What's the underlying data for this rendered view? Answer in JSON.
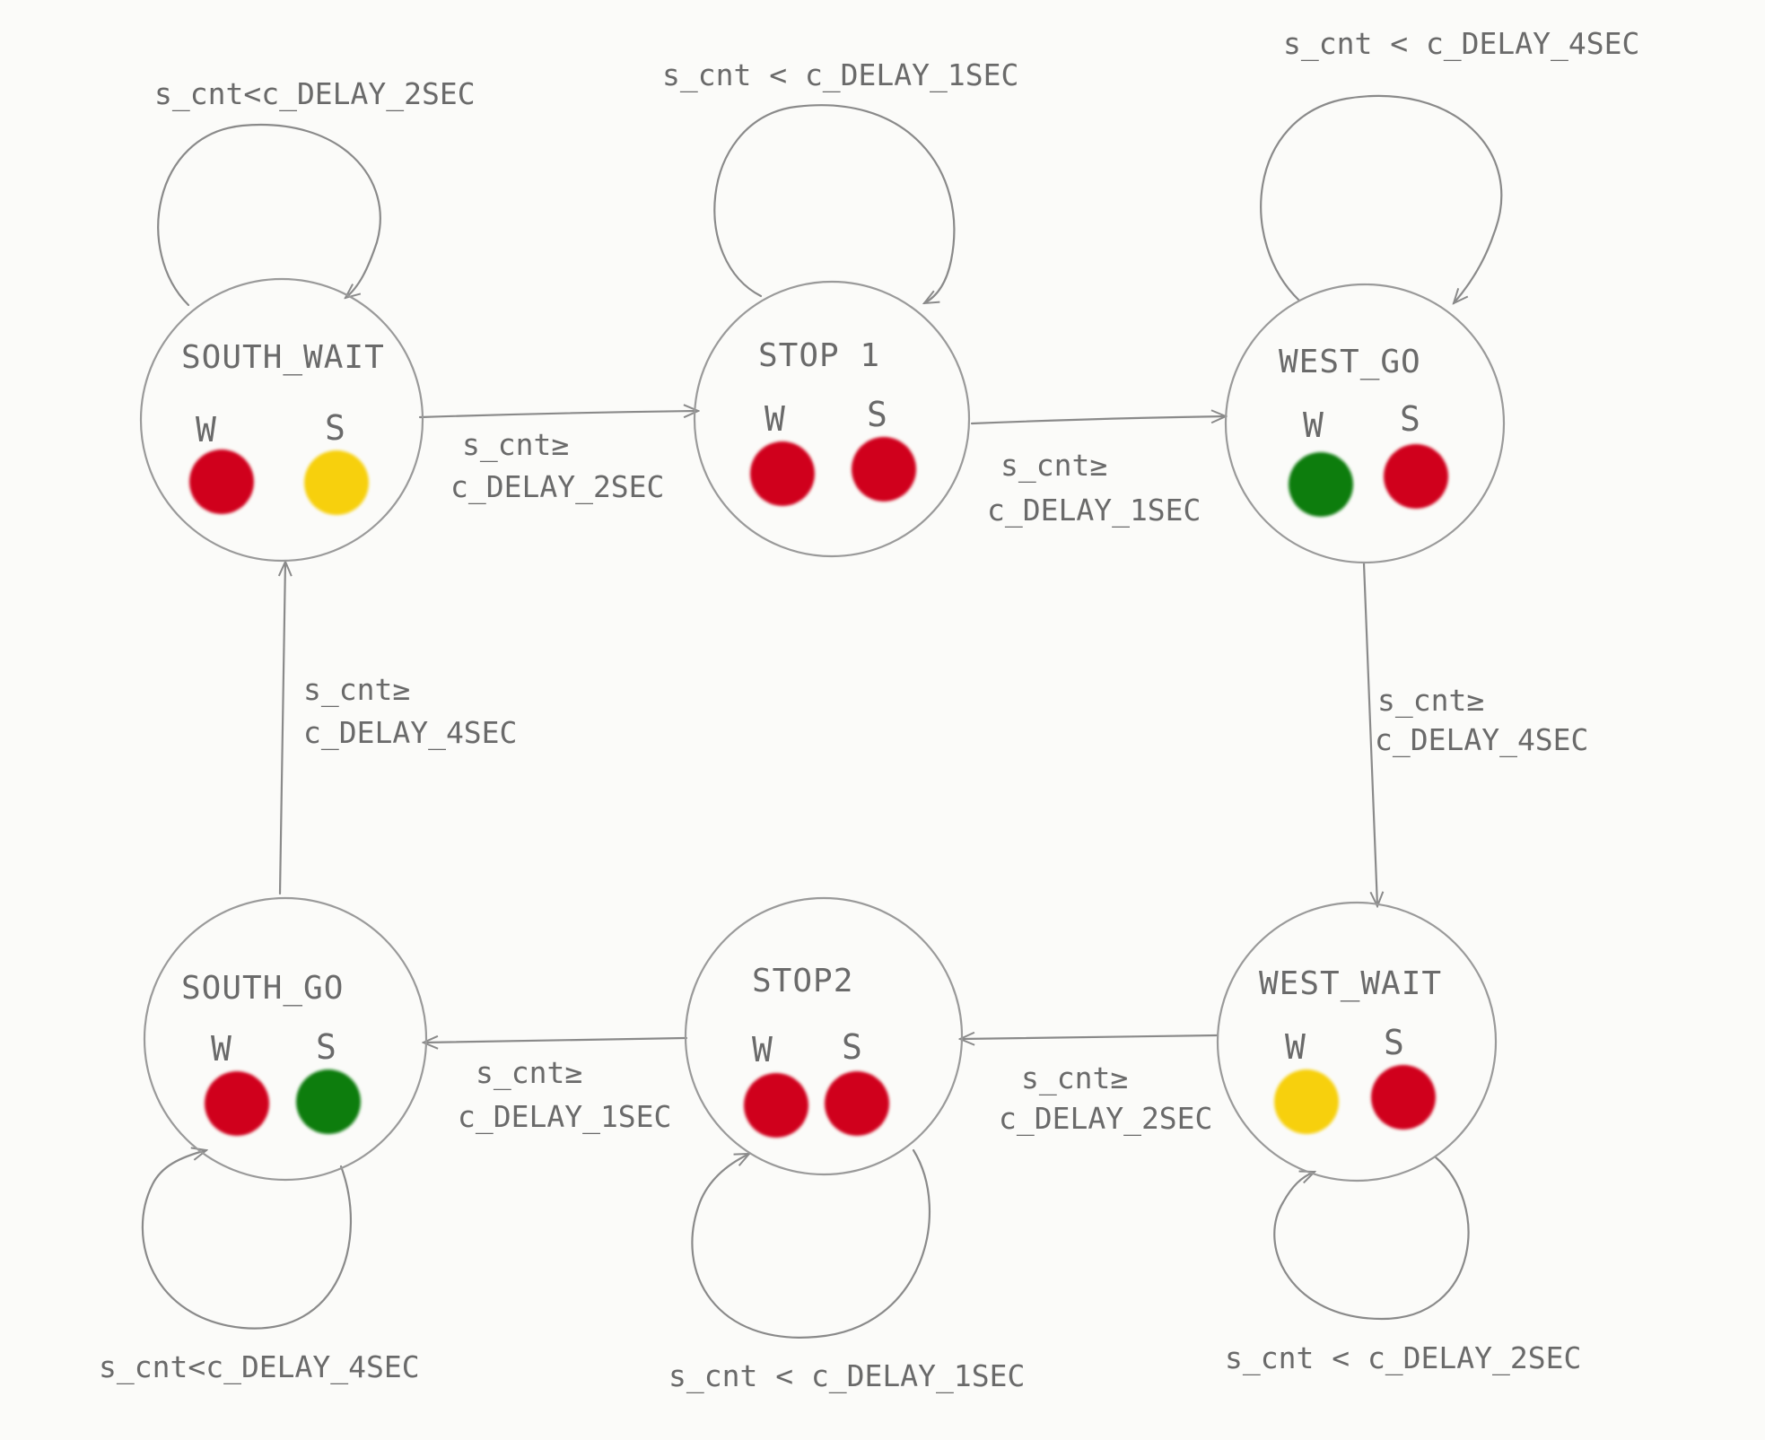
{
  "colors": {
    "red": "#d0021b",
    "yellow": "#f7d00a",
    "green": "#0b7d10",
    "pencil": "#8a8a8a"
  },
  "lamp_labels": {
    "west": "W",
    "south": "S"
  },
  "states": {
    "south_wait": {
      "name": "SOUTH_WAIT",
      "west_light": "red",
      "south_light": "yellow"
    },
    "stop1": {
      "name": "STOP 1",
      "west_light": "red",
      "south_light": "red"
    },
    "west_go": {
      "name": "WEST_GO",
      "west_light": "green",
      "south_light": "red"
    },
    "west_wait": {
      "name": "WEST_WAIT",
      "west_light": "yellow",
      "south_light": "red"
    },
    "stop2": {
      "name": "STOP2",
      "west_light": "red",
      "south_light": "red"
    },
    "south_go": {
      "name": "SOUTH_GO",
      "west_light": "red",
      "south_light": "green"
    }
  },
  "transitions": {
    "south_wait_to_stop1": [
      "s_cnt≥",
      "c_DELAY_2SEC"
    ],
    "stop1_to_west_go": [
      "s_cnt≥",
      "c_DELAY_1SEC"
    ],
    "west_go_to_west_wait": [
      "s_cnt≥",
      "c_DELAY_4SEC"
    ],
    "west_wait_to_stop2": [
      "s_cnt≥",
      "c_DELAY_2SEC"
    ],
    "stop2_to_south_go": [
      "s_cnt≥",
      "c_DELAY_1SEC"
    ],
    "south_go_to_south_wait": [
      "s_cnt≥",
      "c_DELAY_4SEC"
    ]
  },
  "self_loops": {
    "south_wait": "s_cnt<c_DELAY_2SEC",
    "stop1": "s_cnt < c_DELAY_1SEC",
    "west_go": "s_cnt < c_DELAY_4SEC",
    "west_wait": "s_cnt < c_DELAY_2SEC",
    "stop2": "s_cnt < c_DELAY_1SEC",
    "south_go": "s_cnt<c_DELAY_4SEC"
  }
}
